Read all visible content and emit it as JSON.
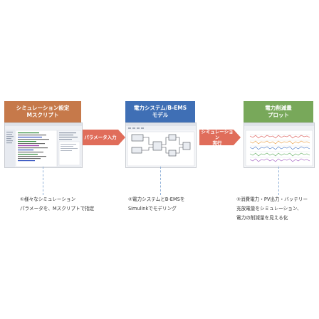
{
  "stages": [
    {
      "title_line1": "シミュレーション設定",
      "title_line2": "Mスクリプト",
      "note_line1": "①様々なシミュレーション",
      "note_line2": "パラメータを、Mスクリプトで指定",
      "note_line3": ""
    },
    {
      "title_line1": "電力システム/B-EMS",
      "title_line2": "モデル",
      "note_line1": "②電力システムとB-EMSを",
      "note_line2": "Simulinkでモデリング",
      "note_line3": ""
    },
    {
      "title_line1": "電力削減量",
      "title_line2": "プロット",
      "note_line1": "③消費電力・PV出力・バッテリー",
      "note_line2": "充放電量をシミュレーション、",
      "note_line3": "電力の削減量を見える化"
    }
  ],
  "arrows": [
    {
      "label_line1": "パラメータ入力",
      "label_line2": ""
    },
    {
      "label_line1": "シミュレーション",
      "label_line2": "実行"
    }
  ],
  "colors": {
    "stage1": "#c6794a",
    "stage2": "#3f6fb5",
    "stage3": "#78a85a",
    "arrow": "#e06d5a",
    "connector": "#8fb0d8"
  }
}
